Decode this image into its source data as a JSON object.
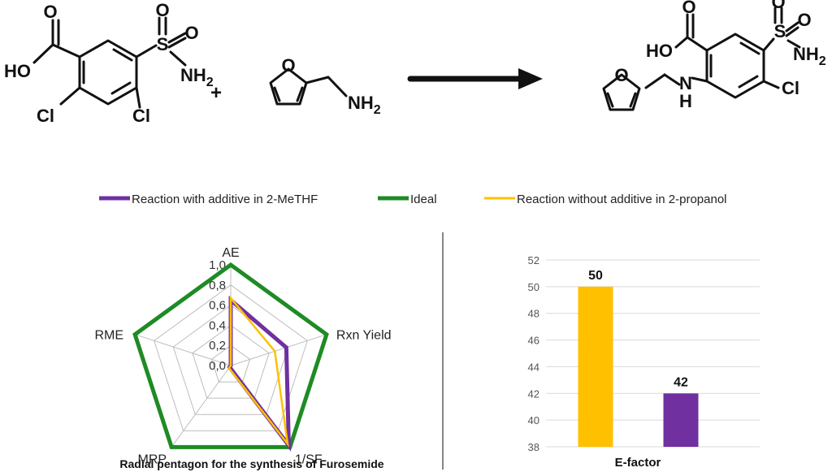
{
  "scheme": {
    "reactant1": {
      "cooh_o": "O",
      "cooh_ho": "HO",
      "so2_s": "S",
      "so2_o1": "O",
      "so2_o2": "O",
      "nh2": "NH",
      "nh2_sub": "2",
      "cl_left": "Cl",
      "cl_right": "Cl"
    },
    "plus": "+",
    "reactant2": {
      "ring_o": "O",
      "nh2": "NH",
      "nh2_sub": "2"
    },
    "product": {
      "cooh_o": "O",
      "cooh_ho": "HO",
      "so2_s": "S",
      "so2_o1": "O",
      "so2_o2": "O",
      "nh2": "NH",
      "nh2_sub": "2",
      "ring_o": "O",
      "nh_n": "N",
      "nh_h": "H",
      "cl": "Cl"
    }
  },
  "legend": {
    "items": [
      {
        "label": "Reaction with additive in 2-MeTHF",
        "color": "#7030A0"
      },
      {
        "label": "Ideal",
        "color": "#1E8B24"
      },
      {
        "label": "Reaction without additive in 2-propanol",
        "color": "#FFC000"
      }
    ]
  },
  "chart_data": [
    {
      "type": "radar",
      "title": "Radial pentagon for the synthesis of Furosemide",
      "axes": [
        "AE",
        "Rxn Yield",
        "1/SF",
        "MRP",
        "RME"
      ],
      "tick_labels": [
        "0,0",
        "0,2",
        "0,4",
        "0,6",
        "0,8",
        "1,0"
      ],
      "range": [
        0,
        1
      ],
      "grid": true,
      "series": [
        {
          "name": "Reaction with additive in 2-MeTHF",
          "values": [
            0.65,
            0.58,
            0.98,
            0.02,
            0.0
          ],
          "color": "#7030A0"
        },
        {
          "name": "Ideal",
          "values": [
            1.0,
            1.0,
            1.0,
            1.0,
            1.0
          ],
          "color": "#1E8B24"
        },
        {
          "name": "Reaction without additive in 2-propanol",
          "values": [
            0.67,
            0.46,
            0.96,
            0.03,
            0.0
          ],
          "color": "#FFC000"
        }
      ]
    },
    {
      "type": "bar",
      "categories": [
        "E-factor"
      ],
      "xlabel": "E-factor",
      "series": [
        {
          "name": "Reaction without additive in 2-propanol",
          "values": [
            50
          ],
          "color": "#FFC000"
        },
        {
          "name": "Reaction with additive in 2-MeTHF",
          "values": [
            42
          ],
          "color": "#7030A0"
        }
      ],
      "data_labels": [
        "50",
        "42"
      ],
      "yticks": [
        "38",
        "40",
        "42",
        "44",
        "46",
        "48",
        "50",
        "52"
      ],
      "ylim": [
        38,
        52
      ],
      "grid": true
    }
  ]
}
